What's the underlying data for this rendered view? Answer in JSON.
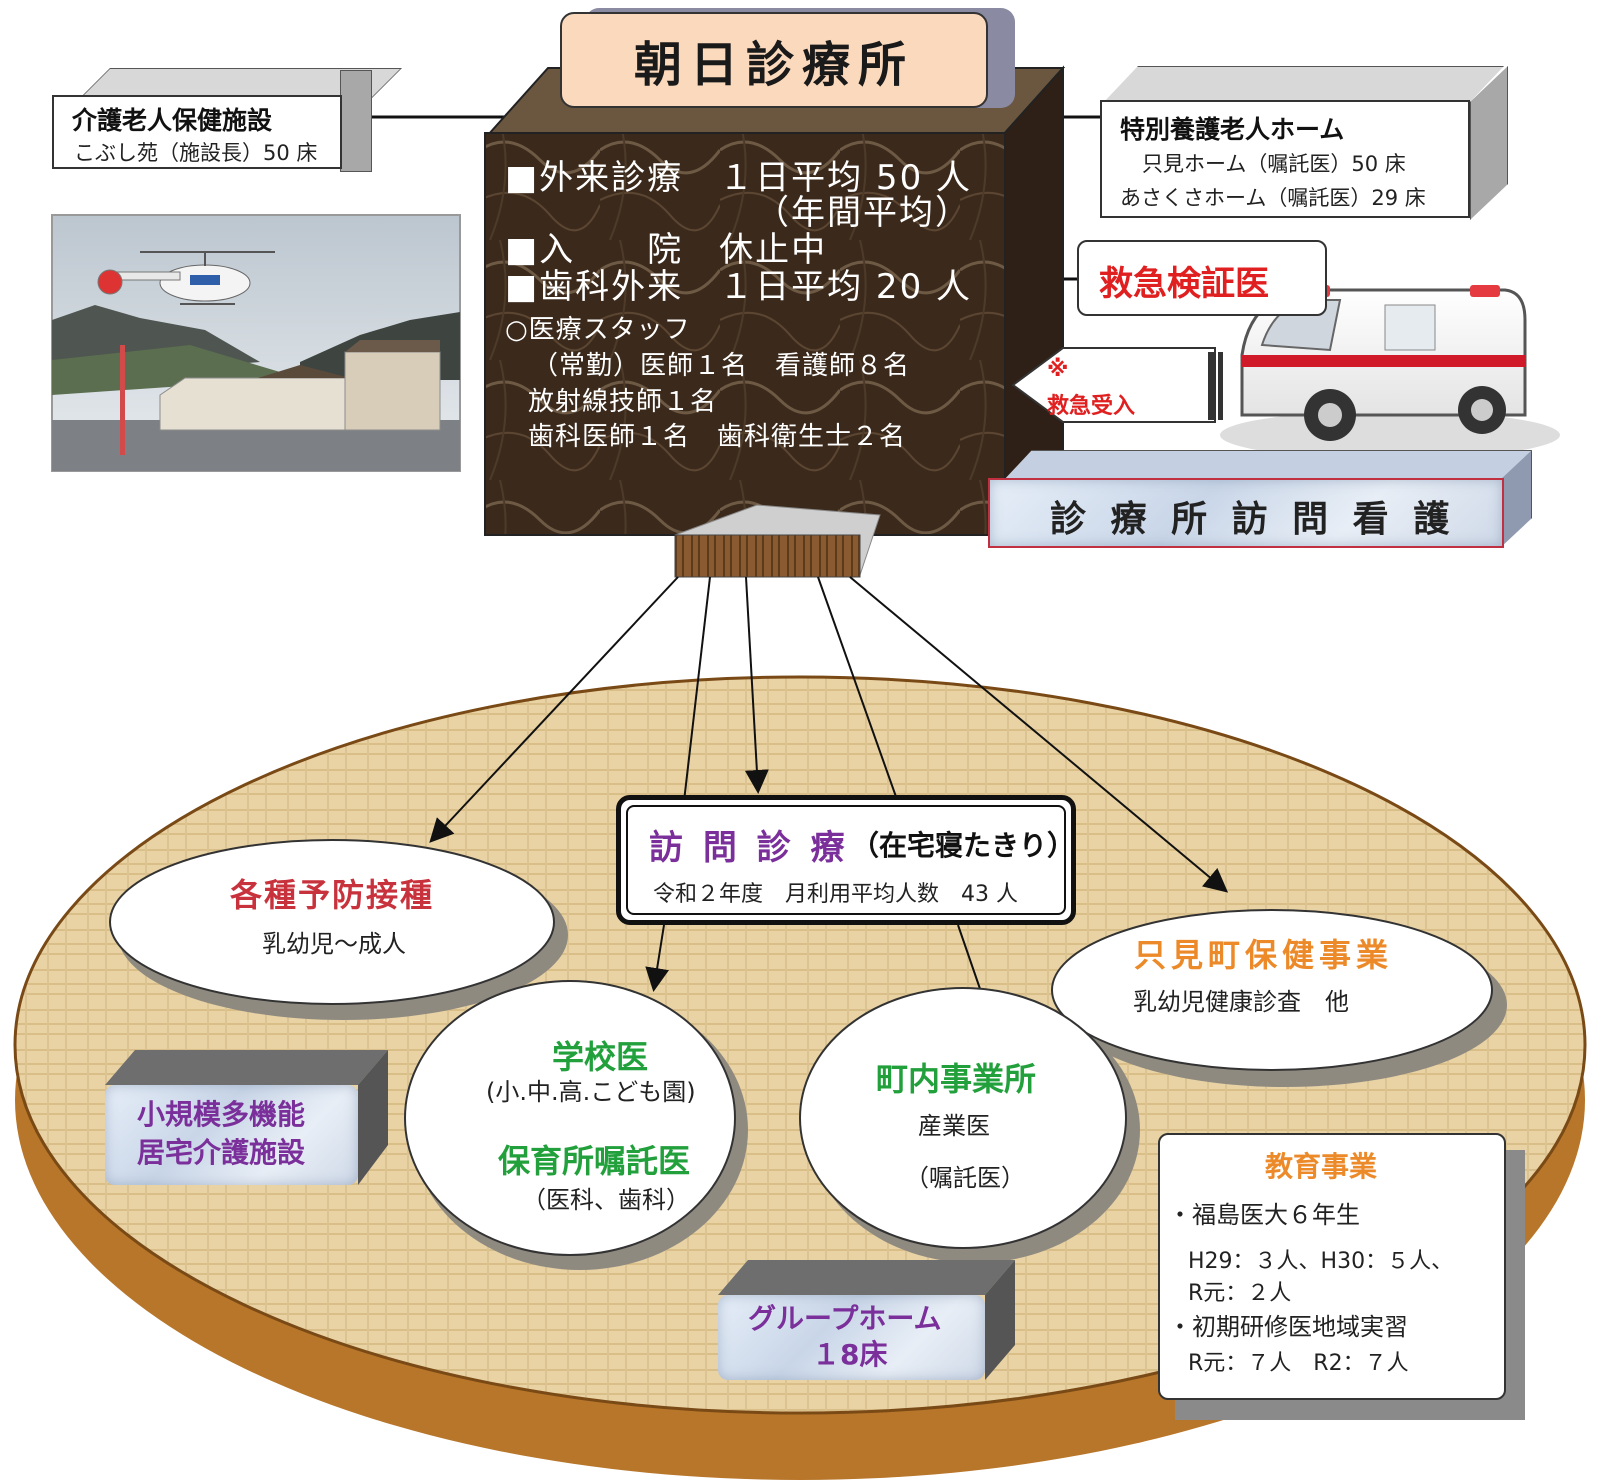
{
  "clinic": {
    "title": "朝日診療所",
    "lines": [
      "■外来診療　１日平均 50 人",
      "（年間平均）",
      "■入　　院　休止中",
      "■歯科外来　１日平均 20 人"
    ],
    "staff_heading": "○医療スタッフ",
    "staff": [
      "（常勤）医師１名　看護師８名",
      "放射線技師１名",
      "歯科医師１名　歯科衛生士２名"
    ]
  },
  "nursing_facility": {
    "title": "介護老人保健施設",
    "sub": "こぶし苑（施設長）50 床"
  },
  "special_home": {
    "title": "特別養護老人ホーム",
    "lines": [
      "只見ホーム（嘱託医）50 床",
      "あさくさホーム（嘱託医）29 床"
    ]
  },
  "emergency": {
    "verification": "救急検証医",
    "mark": "※",
    "reception": "救急受入"
  },
  "home_nursing": "診 療 所 訪 問 看 護",
  "home_visit": {
    "title": "訪 問 診 療",
    "title_suffix": "（在宅寝たきり）",
    "sub": "令和２年度　月利用平均人数　43 人"
  },
  "vaccination": {
    "title": "各種予防接種",
    "sub": "乳幼児〜成人"
  },
  "town_health": {
    "title": "只見町保健事業",
    "sub": "乳幼児健康診査　他"
  },
  "school": {
    "title": "学校医",
    "sub": "(小.中.高.こども園)",
    "title2": "保育所嘱託医",
    "sub2": "（医科、歯科）"
  },
  "business": {
    "title": "町内事業所",
    "sub": "産業医",
    "sub2": "（嘱託医）"
  },
  "small_care": {
    "line1": "小規模多機能",
    "line2": "居宅介護施設"
  },
  "group_home": {
    "line1": "グループホーム",
    "line2": "１8床"
  },
  "education": {
    "title": "教育事業",
    "item1": "・福島医大６年生",
    "item1_detail1": "H29：３人、H30：５人、",
    "item1_detail2": "R元：２人",
    "item2": "・初期研修医地域実習",
    "item2_detail": "R元：７人　R2：７人"
  },
  "colors": {
    "red": "#c8323c",
    "purple": "#7a2f9a",
    "green": "#22a03c",
    "orange": "#ec8a2a",
    "marble": "#3a2a1e"
  }
}
